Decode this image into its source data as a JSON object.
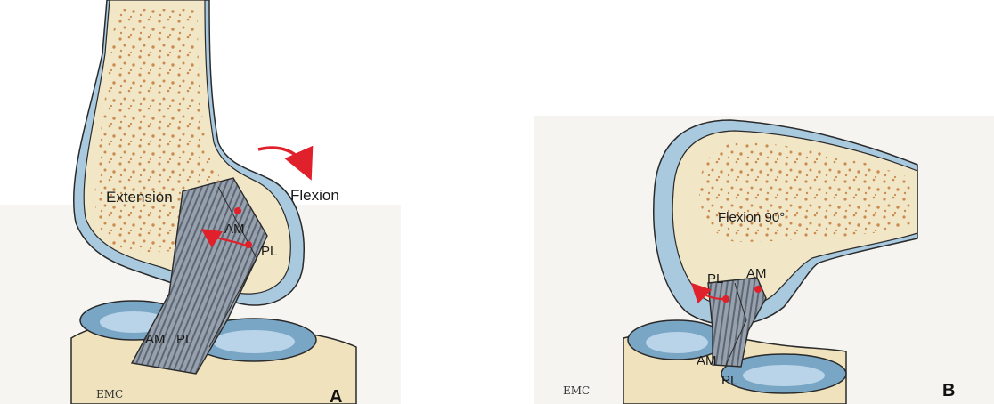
{
  "panel_a": {
    "label": "A",
    "state_label": "Extension",
    "motion_label": "Flexion",
    "femur_labels": {
      "am": "AM",
      "pl": "PL"
    },
    "tibia_labels": {
      "am": "AM",
      "pl": "PL"
    },
    "watermark": "EMC"
  },
  "panel_b": {
    "label": "B",
    "state_label": "Flexion 90°",
    "femur_labels": {
      "pl": "PL",
      "am": "AM"
    },
    "tibia_labels": {
      "am": "AM",
      "pl": "PL"
    },
    "watermark": "EMC"
  },
  "colors": {
    "bone": "#f1e6c6",
    "bone_outline": "#2a2a2a",
    "cancellous_dots": "#c9864a",
    "cartilage": "#a9c9df",
    "meniscus": "#7aa6c6",
    "ligament": "#8e98a4",
    "ligament_stripe": "#5d6773",
    "accent_red": "#e0202a",
    "paper": "#f4f3ef"
  }
}
